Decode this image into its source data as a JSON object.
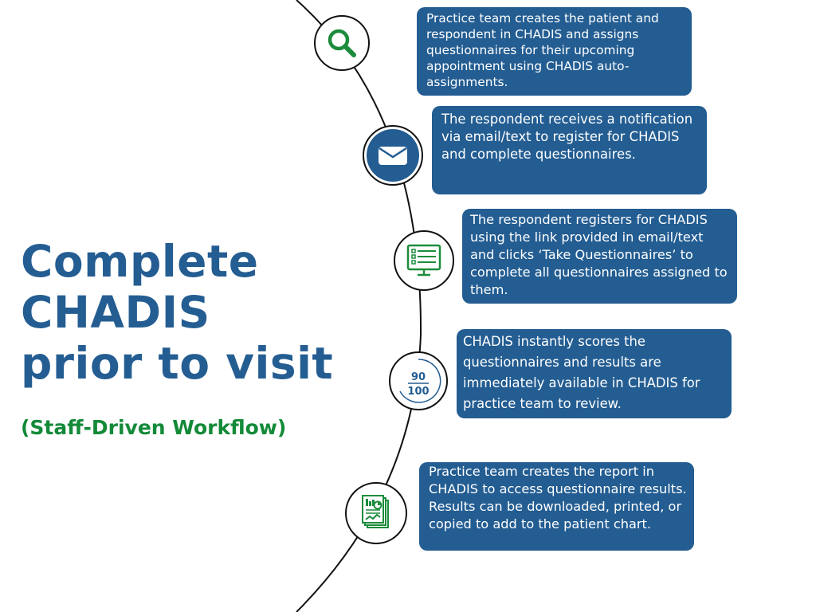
{
  "title_lines": [
    "Complete",
    "CHADIS",
    "prior to visit"
  ],
  "subtitle": "(Staff-Driven Workflow)",
  "colors": {
    "title": "#245d92",
    "subtitle": "#138a38",
    "box": "#235d92",
    "icon_green": "#1c8c3c",
    "icon_blue": "#235d92"
  },
  "steps": [
    {
      "icon": "search-icon",
      "text": "Practice team creates the patient and respondent in CHADIS and assigns questionnaires for their upcoming appointment using CHADIS auto-assignments."
    },
    {
      "icon": "envelope-icon",
      "text": "The respondent receives a notification via email/text to register for CHADIS and complete questionnaires."
    },
    {
      "icon": "questionnaire-monitor-icon",
      "text": "The respondent registers for CHADIS using the link provided in email/text and clicks ‘Take Questionnaires’ to complete all questionnaires assigned to them."
    },
    {
      "icon": "score-icon",
      "score_numerator": "90",
      "score_denominator": "100",
      "text": "CHADIS instantly scores the questionnaires and results are immediately available in CHADIS for practice team to review."
    },
    {
      "icon": "report-icon",
      "text": "Practice team creates the report in CHADIS to access questionnaire results. Results can be downloaded, printed, or copied to add to the patient chart."
    }
  ]
}
